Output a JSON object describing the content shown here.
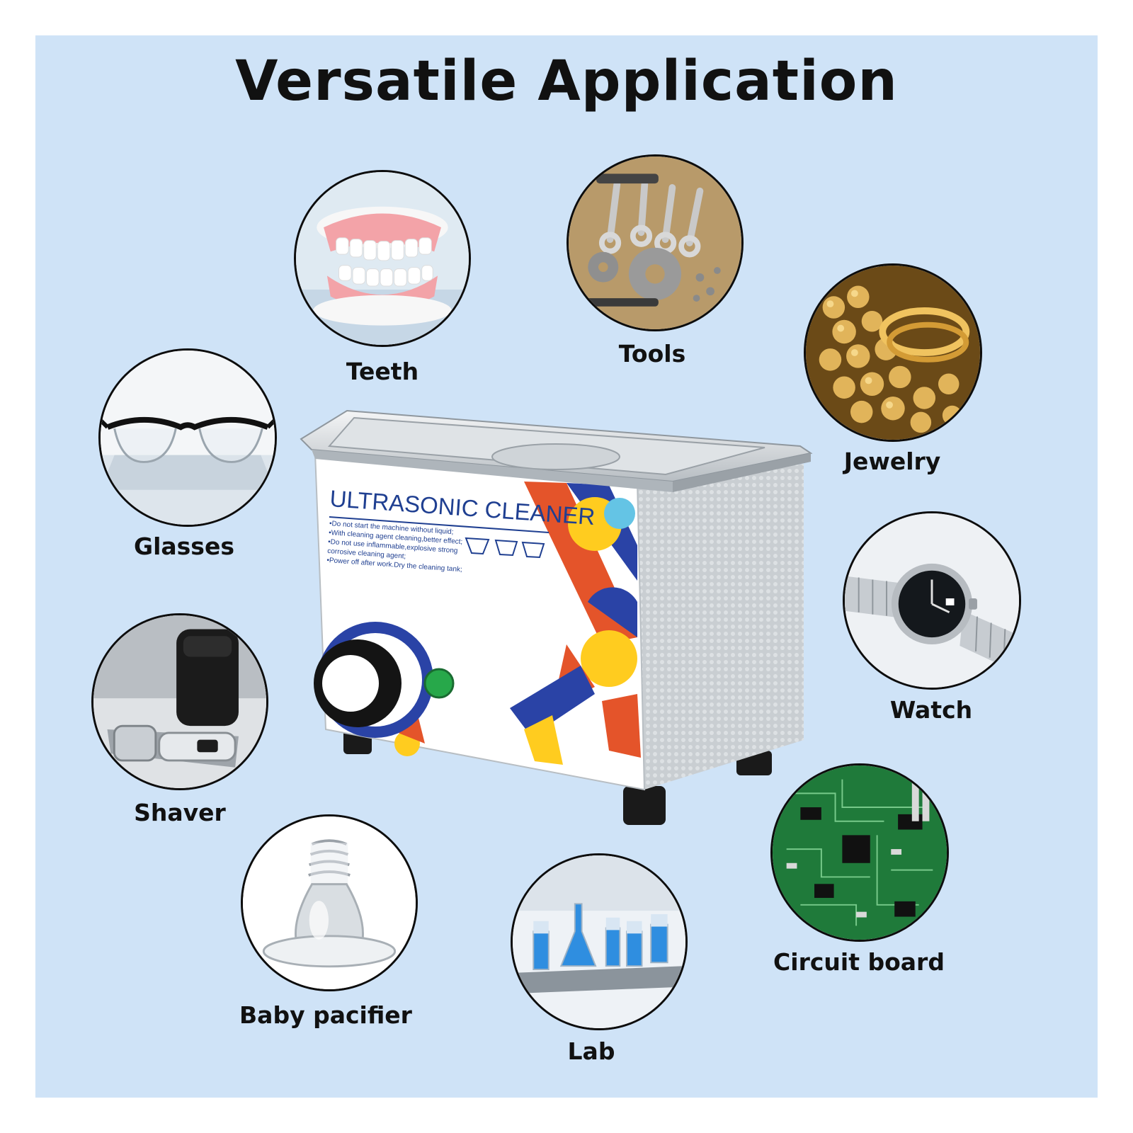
{
  "title": "Versatile Application",
  "colors": {
    "background": "#cfe3f7",
    "circle_border": "#0d0d0d",
    "title_text": "#111111",
    "label_blue": "#1f3f91"
  },
  "applications": [
    {
      "label": "Teeth",
      "icon": "dentures-icon"
    },
    {
      "label": "Tools",
      "icon": "wrench-tools-icon"
    },
    {
      "label": "Jewelry",
      "icon": "gold-jewelry-icon"
    },
    {
      "label": "Glasses",
      "icon": "eyeglasses-icon"
    },
    {
      "label": "Watch",
      "icon": "wristwatch-icon"
    },
    {
      "label": "Shaver",
      "icon": "electric-shaver-icon"
    },
    {
      "label": "Circuit board",
      "icon": "circuit-board-icon"
    },
    {
      "label": "Baby pacifier",
      "icon": "baby-pacifier-icon"
    },
    {
      "label": "Lab",
      "icon": "lab-glassware-icon"
    }
  ],
  "product": {
    "label_title": "ULTRASONIC CLEANER",
    "warnings": [
      "•Do not start the machine without liquid;",
      "•With cleaning agent cleaning,better effect;",
      "•Do not use inflammable,explosive strong",
      "corrosive cleaning agent;",
      "•Power off after work.Dry the cleaning tank;"
    ]
  }
}
